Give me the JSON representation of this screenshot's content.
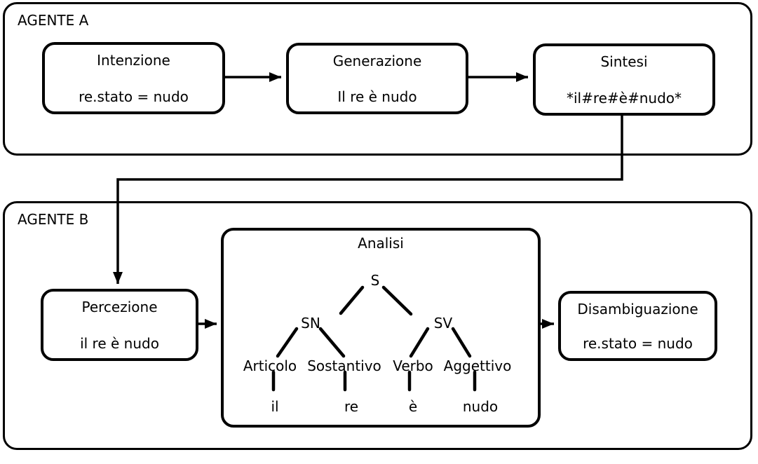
{
  "colors": {
    "stroke": "#000000",
    "background": "#ffffff"
  },
  "agent_a": {
    "label": "AGENTE A",
    "boxes": [
      {
        "title": "Intenzione",
        "content": "re.stato = nudo"
      },
      {
        "title": "Generazione",
        "content": "Il re è nudo"
      },
      {
        "title": "Sintesi",
        "content": "*il#re#è#nudo*"
      }
    ]
  },
  "agent_b": {
    "label": "AGENTE B",
    "percezione": {
      "title": "Percezione",
      "content": "il re è nudo"
    },
    "analisi": {
      "title": "Analisi",
      "tree": {
        "root": "S",
        "noun_phrase": "SN",
        "verb_phrase": "SV",
        "pos": [
          "Articolo",
          "Sostantivo",
          "Verbo",
          "Aggettivo"
        ],
        "words": [
          "il",
          "re",
          "è",
          "nudo"
        ]
      }
    },
    "disambiguazione": {
      "title": "Disambiguazione",
      "content": "re.stato = nudo"
    }
  }
}
